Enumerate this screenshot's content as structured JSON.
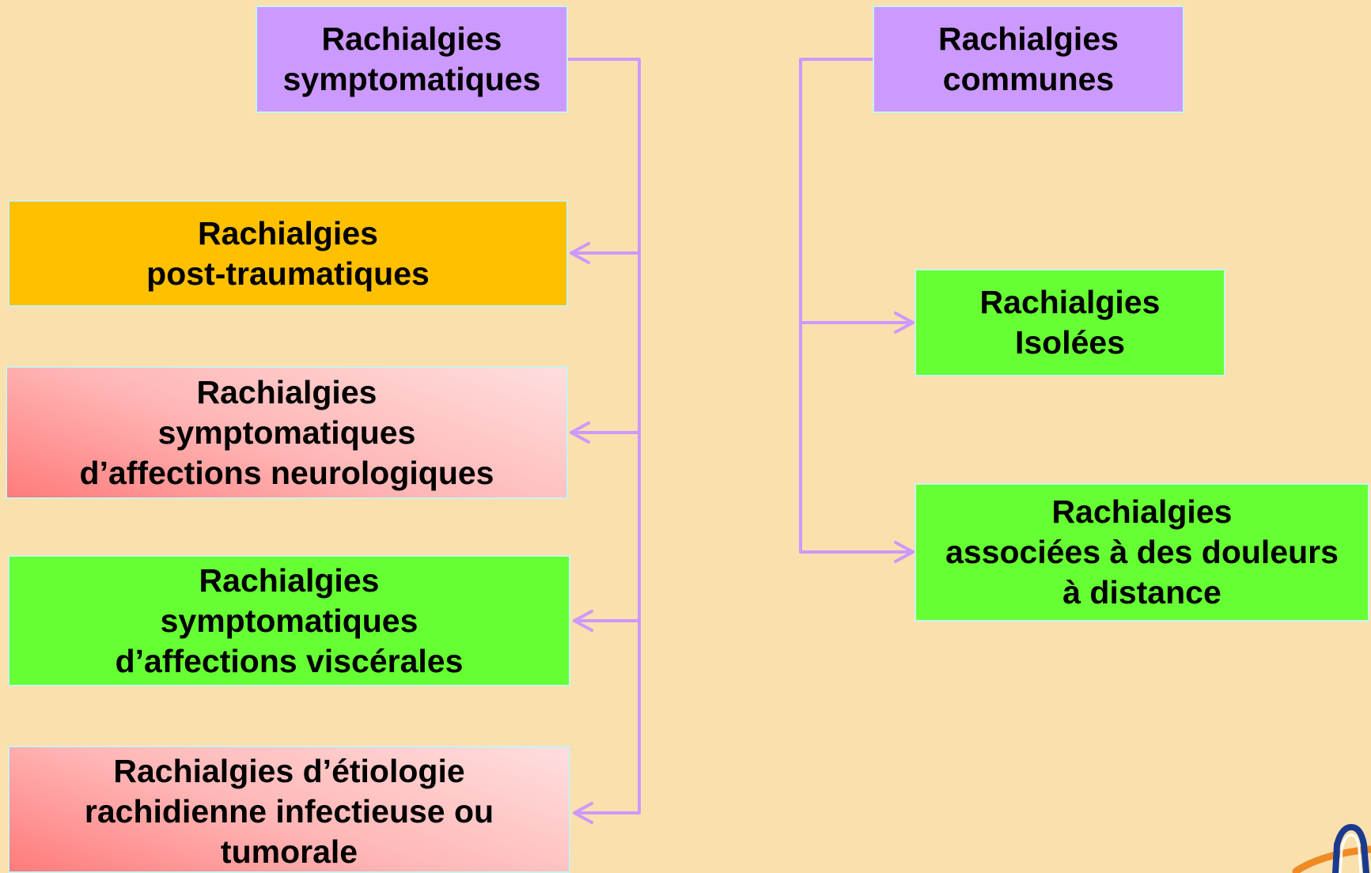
{
  "colors": {
    "background": "#fae0ac",
    "connector": "#cc99ff",
    "purple_box": "#cc99ff",
    "orange_box": "#ffc000",
    "green_box": "#66ff33",
    "pink_box": "#ffbcbc"
  },
  "left_tree": {
    "root": {
      "lines": [
        "Rachialgies",
        "symptomatiques"
      ]
    },
    "children": [
      {
        "lines": [
          "Rachialgies",
          "post-traumatiques"
        ],
        "color": "orange"
      },
      {
        "lines": [
          "Rachialgies",
          "symptomatiques",
          "d’affections neurologiques"
        ],
        "color": "pink"
      },
      {
        "lines": [
          "Rachialgies",
          "symptomatiques",
          "d’affections viscérales"
        ],
        "color": "green"
      },
      {
        "lines": [
          "Rachialgies d’étiologie",
          "rachidienne infectieuse ou",
          "tumorale"
        ],
        "color": "pink"
      }
    ]
  },
  "right_tree": {
    "root": {
      "lines": [
        "Rachialgies",
        "communes"
      ]
    },
    "children": [
      {
        "lines": [
          "Rachialgies",
          "Isolées"
        ],
        "color": "green"
      },
      {
        "lines": [
          "Rachialgies",
          "associées à des douleurs",
          "à distance"
        ],
        "color": "green"
      }
    ]
  },
  "logo": {
    "icon": "logo-icon"
  }
}
